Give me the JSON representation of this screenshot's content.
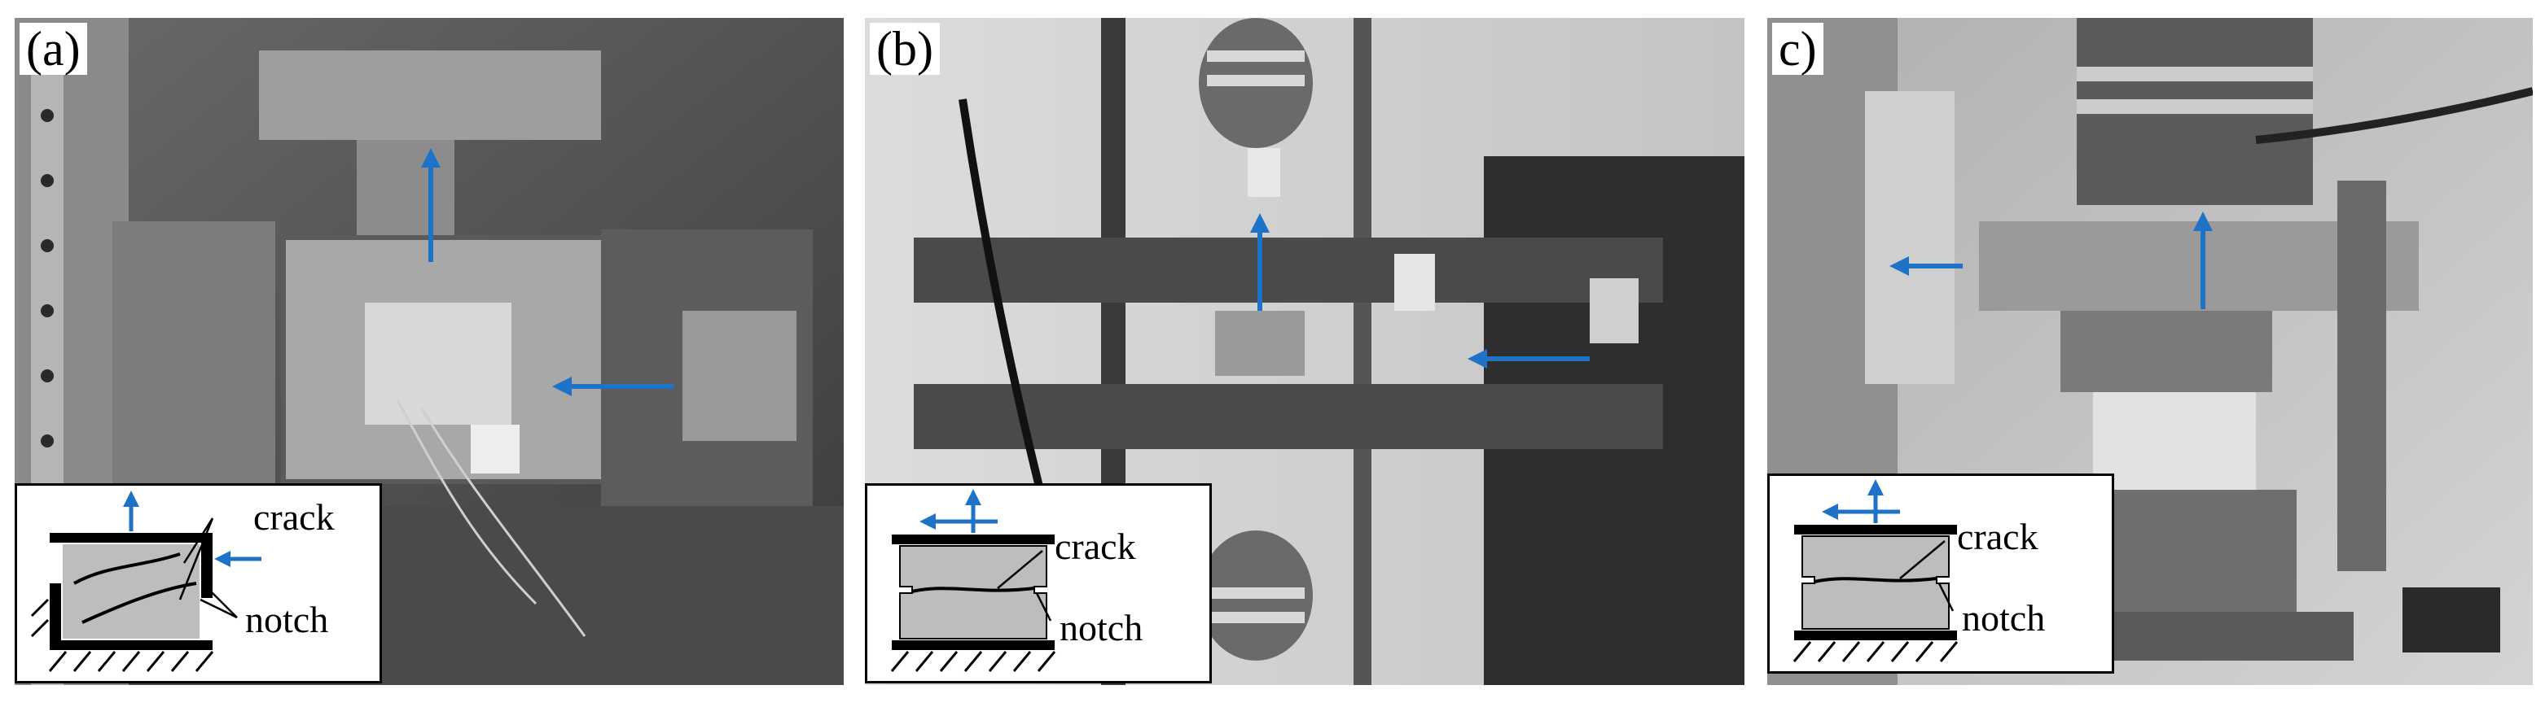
{
  "panels": [
    {
      "letter": "(a)",
      "crack": "crack",
      "notch": "notch"
    },
    {
      "letter": "(b)",
      "crack": "crack",
      "notch": "notch"
    },
    {
      "letter": "c)",
      "crack": "crack",
      "notch": "notch"
    }
  ],
  "colors": {
    "arrow": "#1f73c7",
    "specimen": "#bdbdbd",
    "frame": "#000000"
  }
}
